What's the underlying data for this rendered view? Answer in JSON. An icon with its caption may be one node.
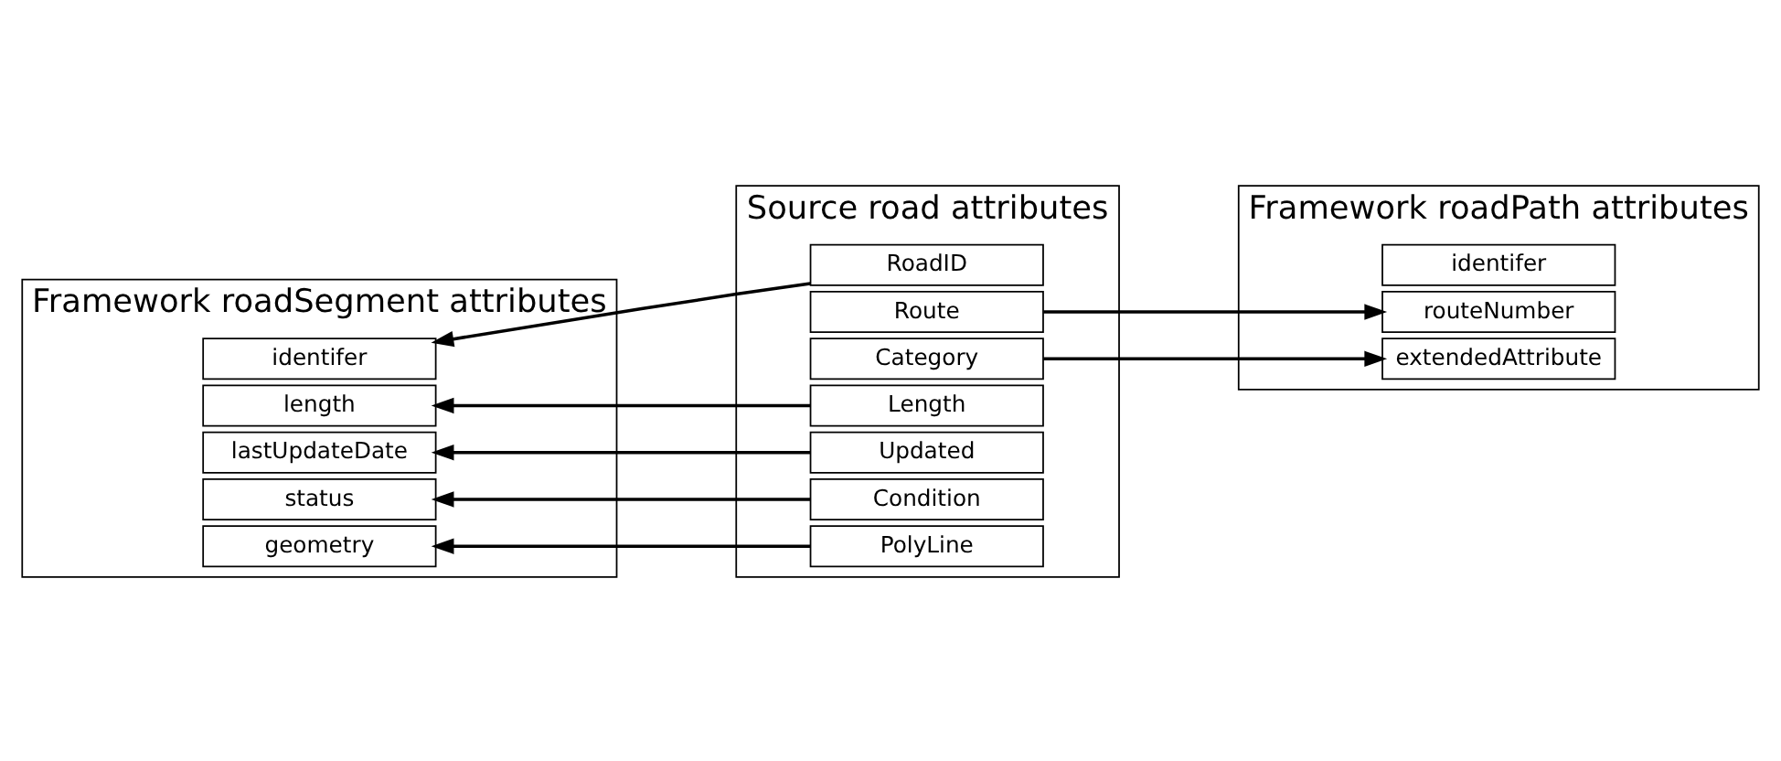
{
  "diagram": {
    "nodes": [
      {
        "text": [
          "Framework roadSegment attributes"
        ]
      },
      {
        "text": [
          "identifer"
        ],
        "in": 0
      },
      {
        "text": [
          "length"
        ],
        "in": 0
      },
      {
        "text": [
          "lastUpdateDate"
        ],
        "in": 0
      },
      {
        "text": [
          "status"
        ],
        "in": 0
      },
      {
        "text": [
          "geometry"
        ],
        "in": 0
      },
      {
        "text": [
          "Source road attributes"
        ]
      },
      {
        "text": [
          "RoadID"
        ],
        "in": 6
      },
      {
        "text": [
          "Route"
        ],
        "in": 6
      },
      {
        "text": [
          "Category"
        ],
        "in": 6
      },
      {
        "text": [
          "Length"
        ],
        "in": 6
      },
      {
        "text": [
          "Updated"
        ],
        "in": 6
      },
      {
        "text": [
          "Condition"
        ],
        "in": 6
      },
      {
        "text": [
          "PolyLine"
        ],
        "in": 6
      },
      {
        "text": [
          "Framework roadPath attributes"
        ]
      },
      {
        "text": [
          "identifer"
        ],
        "in": 14
      },
      {
        "text": [
          "routeNumber"
        ],
        "in": 14
      },
      {
        "text": [
          "extendedAttribute"
        ],
        "in": 14
      }
    ],
    "edges": [
      {
        "from": 7,
        "to": 1,
        "arrow": "to"
      },
      {
        "from": 8,
        "to": 16,
        "arrow": "to"
      },
      {
        "from": 9,
        "to": 17,
        "arrow": "to"
      },
      {
        "from": 10,
        "to": 2,
        "arrow": "to"
      },
      {
        "from": 11,
        "to": 3,
        "arrow": "to"
      },
      {
        "from": 12,
        "to": 4,
        "arrow": "to"
      },
      {
        "from": 13,
        "to": 5,
        "arrow": "to"
      }
    ]
  }
}
